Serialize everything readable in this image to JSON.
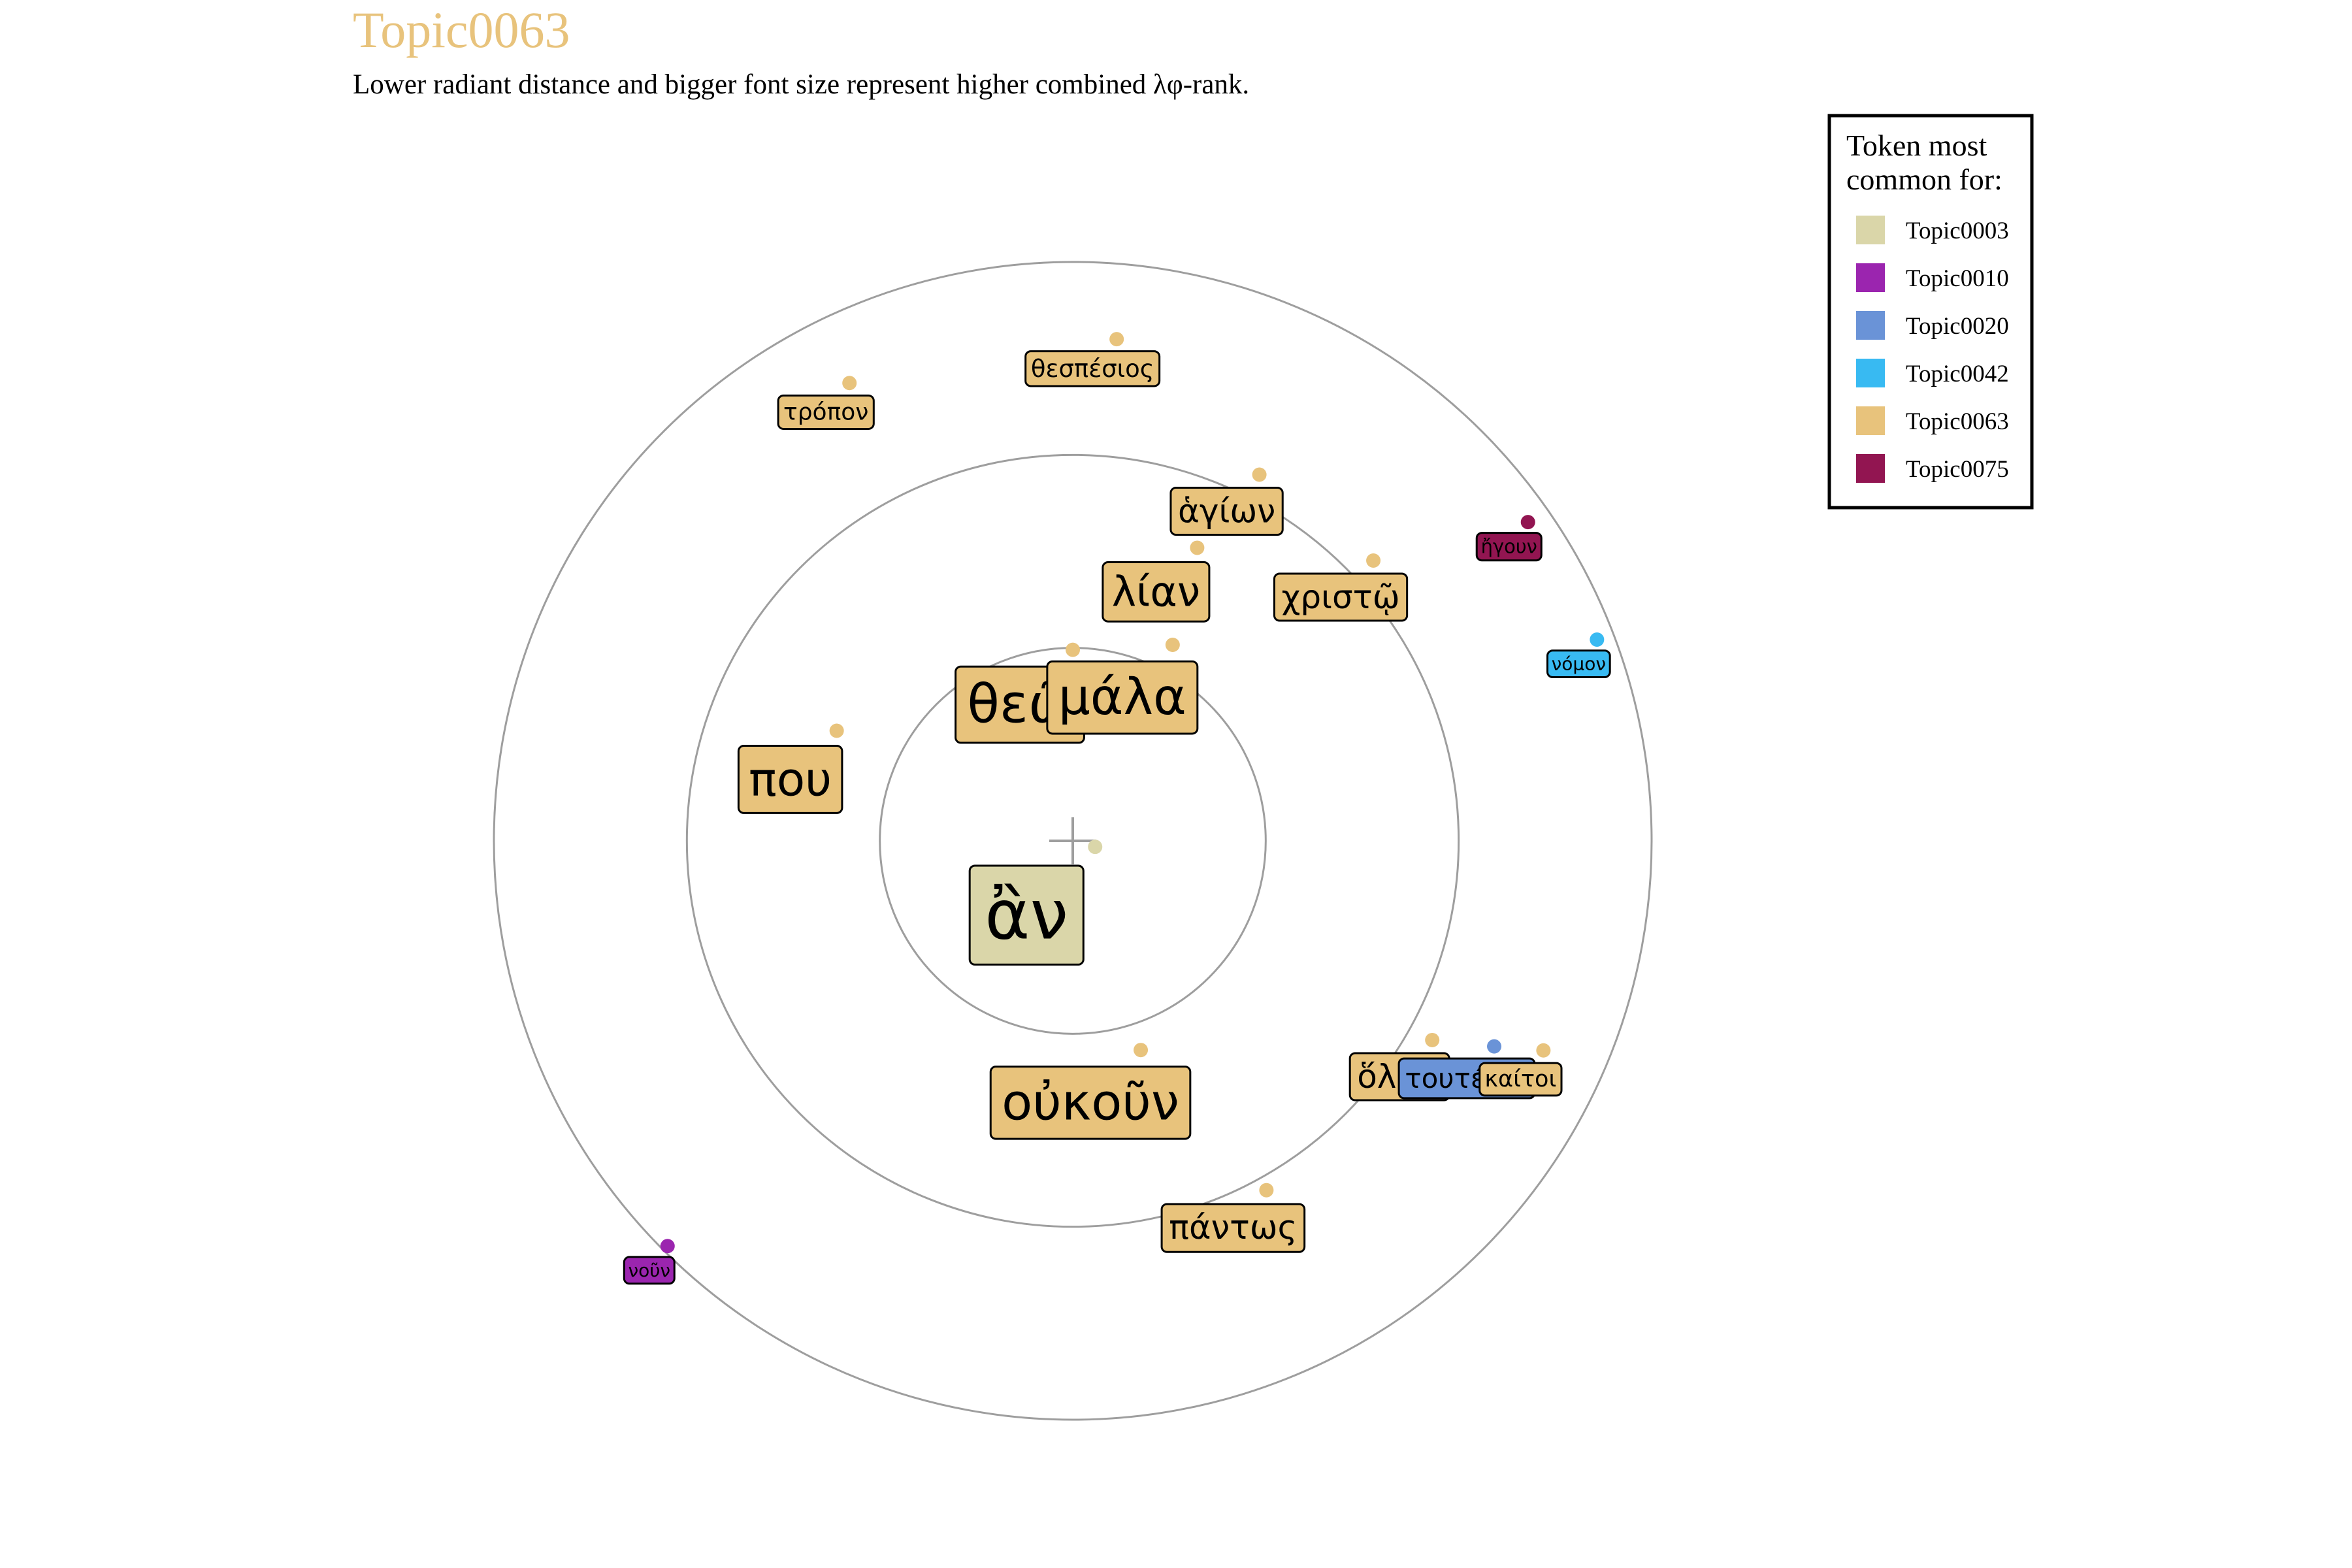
{
  "chart_data": {
    "type": "radial-token",
    "title": "Topic0063",
    "subtitle": "Lower radiant distance and bigger font size represent higher combined λφ-rank.",
    "rings": 3,
    "legend": {
      "title_line1": "Token most",
      "title_line2": "common for:",
      "placement": "top-right",
      "items": [
        {
          "name": "Topic0003",
          "color": "#DAD6A9"
        },
        {
          "name": "Topic0010",
          "color": "#9B25AF"
        },
        {
          "name": "Topic0020",
          "color": "#6A93D7"
        },
        {
          "name": "Topic0042",
          "color": "#38BAF2"
        },
        {
          "name": "Topic0063",
          "color": "#E8C37C"
        },
        {
          "name": "Topic0075",
          "color": "#921551"
        }
      ]
    },
    "tokens": [
      {
        "token": "ἂν",
        "topic": "Topic0003",
        "radius": 0.04,
        "angle_deg": 105
      },
      {
        "token": "θεῷ",
        "topic": "Topic0063",
        "radius": 0.33,
        "angle_deg": 0
      },
      {
        "token": "μάλα",
        "topic": "Topic0063",
        "radius": 0.38,
        "angle_deg": 27
      },
      {
        "token": "οὐκοῦν",
        "topic": "Topic0063",
        "radius": 0.38,
        "angle_deg": 162
      },
      {
        "token": "λίαν",
        "topic": "Topic0063",
        "radius": 0.55,
        "angle_deg": 23
      },
      {
        "token": "που",
        "topic": "Topic0063",
        "radius": 0.45,
        "angle_deg": 295
      },
      {
        "token": "χριστῷ",
        "topic": "Topic0063",
        "radius": 0.71,
        "angle_deg": 47
      },
      {
        "token": "ἁγίων",
        "topic": "Topic0063",
        "radius": 0.71,
        "angle_deg": 27
      },
      {
        "token": "πάντως",
        "topic": "Topic0063",
        "radius": 0.69,
        "angle_deg": 151
      },
      {
        "token": "ὅλων",
        "topic": "Topic0063",
        "radius": 0.71,
        "angle_deg": 119
      },
      {
        "token": "τρόπον",
        "topic": "Topic0063",
        "radius": 0.88,
        "angle_deg": 334
      },
      {
        "token": "θεσπέσιος",
        "topic": "Topic0063",
        "radius": 0.87,
        "angle_deg": 5
      },
      {
        "token": "τουτέστι",
        "topic": "Topic0020",
        "radius": 0.81,
        "angle_deg": 116
      },
      {
        "token": "καίτοι",
        "topic": "Topic0063",
        "radius": 0.89,
        "angle_deg": 114
      },
      {
        "token": "ἤγουν",
        "topic": "Topic0075",
        "radius": 0.96,
        "angle_deg": 55
      },
      {
        "token": "νόμον",
        "topic": "Topic0042",
        "radius": 0.97,
        "angle_deg": 69
      },
      {
        "token": "νοῦν",
        "topic": "Topic0010",
        "radius": 0.99,
        "angle_deg": 225
      }
    ]
  }
}
